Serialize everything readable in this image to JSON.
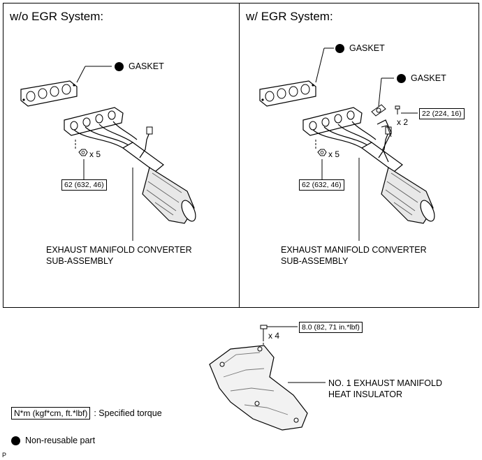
{
  "left_panel": {
    "title": "w/o EGR System:",
    "gasket_label": "GASKET",
    "nut_qty": "x 5",
    "nut_torque": "62 (632, 46)",
    "assembly_label_line1": "EXHAUST MANIFOLD CONVERTER",
    "assembly_label_line2": "SUB-ASSEMBLY"
  },
  "right_panel": {
    "title": "w/ EGR System:",
    "gasket_label": "GASKET",
    "egr_gasket_label": "GASKET",
    "bolt_qty": "x 2",
    "bolt_torque": "22 (224, 16)",
    "nut_qty": "x 5",
    "nut_torque": "62 (632, 46)",
    "assembly_label_line1": "EXHAUST MANIFOLD CONVERTER",
    "assembly_label_line2": "SUB-ASSEMBLY"
  },
  "insulator": {
    "bolt_qty": "x 4",
    "bolt_torque": "8.0 (82, 71 in.*lbf)",
    "label_line1": "NO. 1 EXHAUST MANIFOLD",
    "label_line2": "HEAT INSULATOR"
  },
  "legend": {
    "torque_box": "N*m (kgf*cm, ft.*lbf)",
    "torque_desc": ": Specified torque",
    "nonreusable": "Non-reusable part"
  },
  "footer_code": "P",
  "icons": {
    "nonreusable_marker": "filled-circle",
    "gasket": "gasket-part",
    "manifold": "exhaust-manifold-part",
    "insulator": "heat-insulator-part",
    "nut": "nut-part",
    "bolt": "bolt-part"
  }
}
